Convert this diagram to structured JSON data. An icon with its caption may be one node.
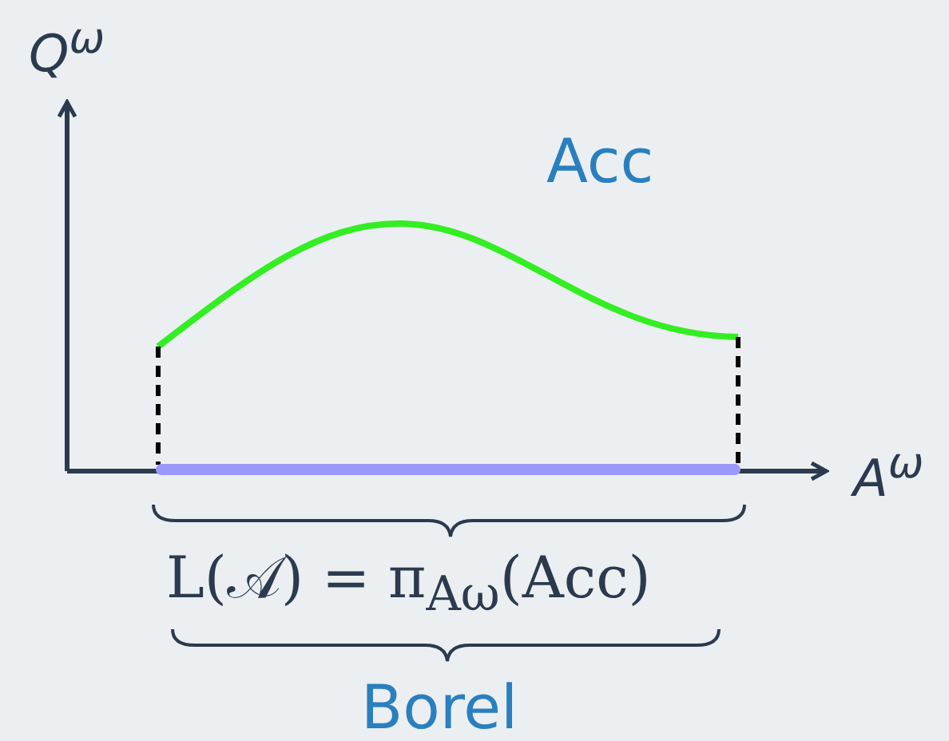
{
  "diagram": {
    "labels": [
      "Q$^{ω}$",
      "Acc",
      "A$^{ω}$",
      "L(𝒜) = π$_{Aω}$(Acc)",
      "Borel"
    ]
  }
}
